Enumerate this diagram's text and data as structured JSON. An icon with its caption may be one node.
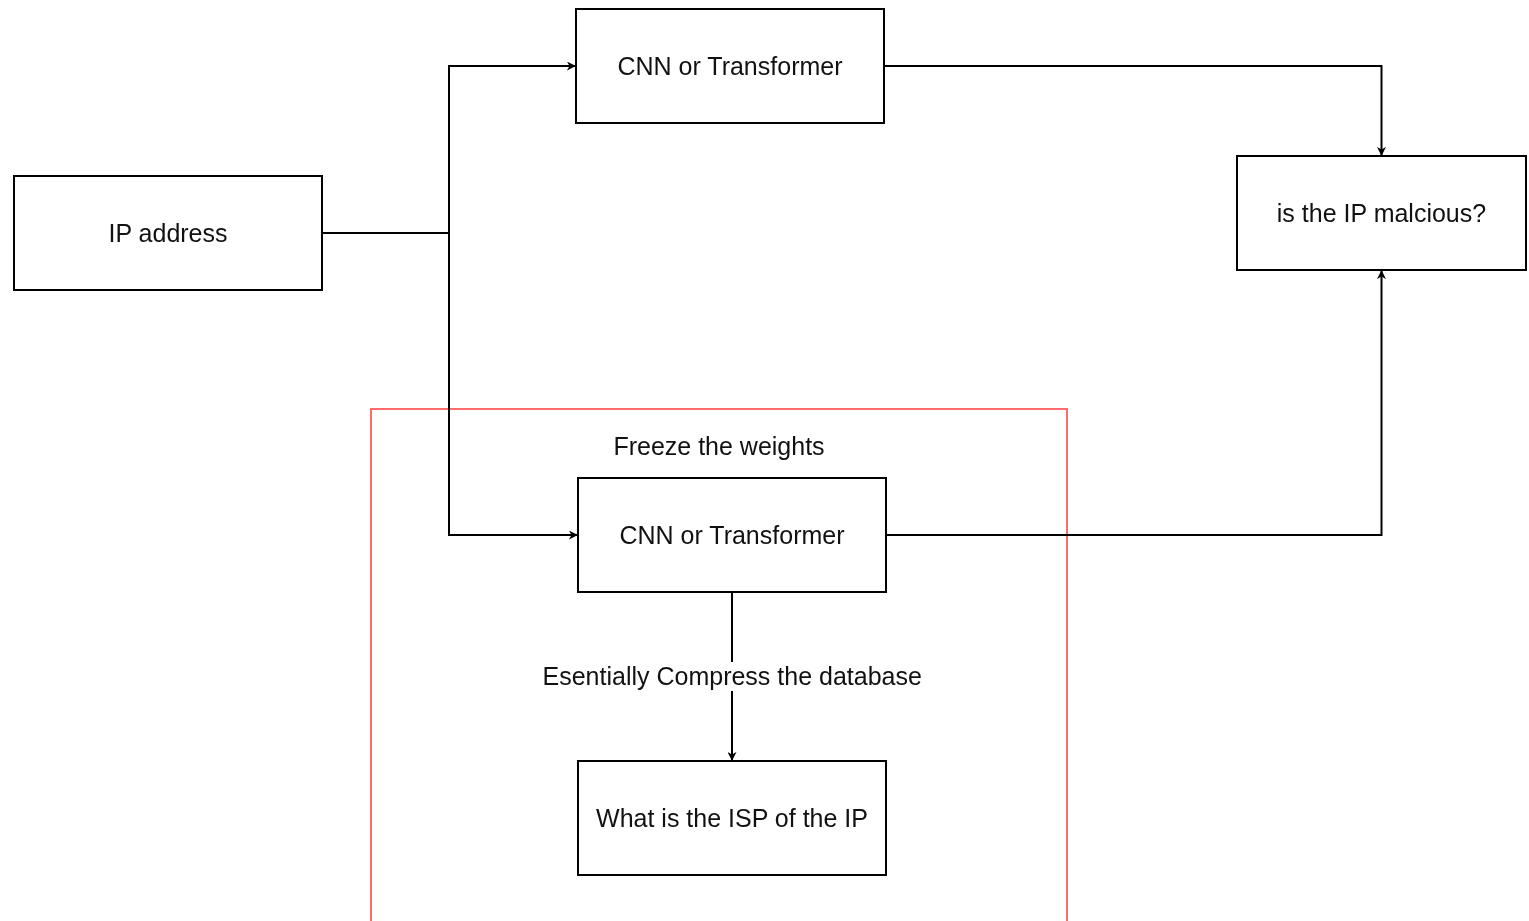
{
  "diagram": {
    "nodes": [
      {
        "text": [
          "IP address"
        ]
      },
      {
        "text": [
          "CNN or Transformer"
        ]
      },
      {
        "text": [
          "is the IP malcious?"
        ]
      },
      {
        "text": [
          "Freeze the weights"
        ]
      },
      {
        "text": [
          "CNN or Transformer"
        ],
        "in": 3
      },
      {
        "text": [
          "What is the ISP of the IP"
        ],
        "in": 3
      }
    ],
    "edges": [
      {
        "from": 0,
        "to": 1,
        "arrow": "to"
      },
      {
        "from": 0,
        "to": 4,
        "arrow": "to"
      },
      {
        "from": 1,
        "to": 2,
        "arrow": "to"
      },
      {
        "from": 4,
        "to": 2,
        "arrow": "to"
      },
      {
        "from": 4,
        "to": 5,
        "arrow": "to",
        "label": "Esentially Compress the database"
      }
    ]
  }
}
